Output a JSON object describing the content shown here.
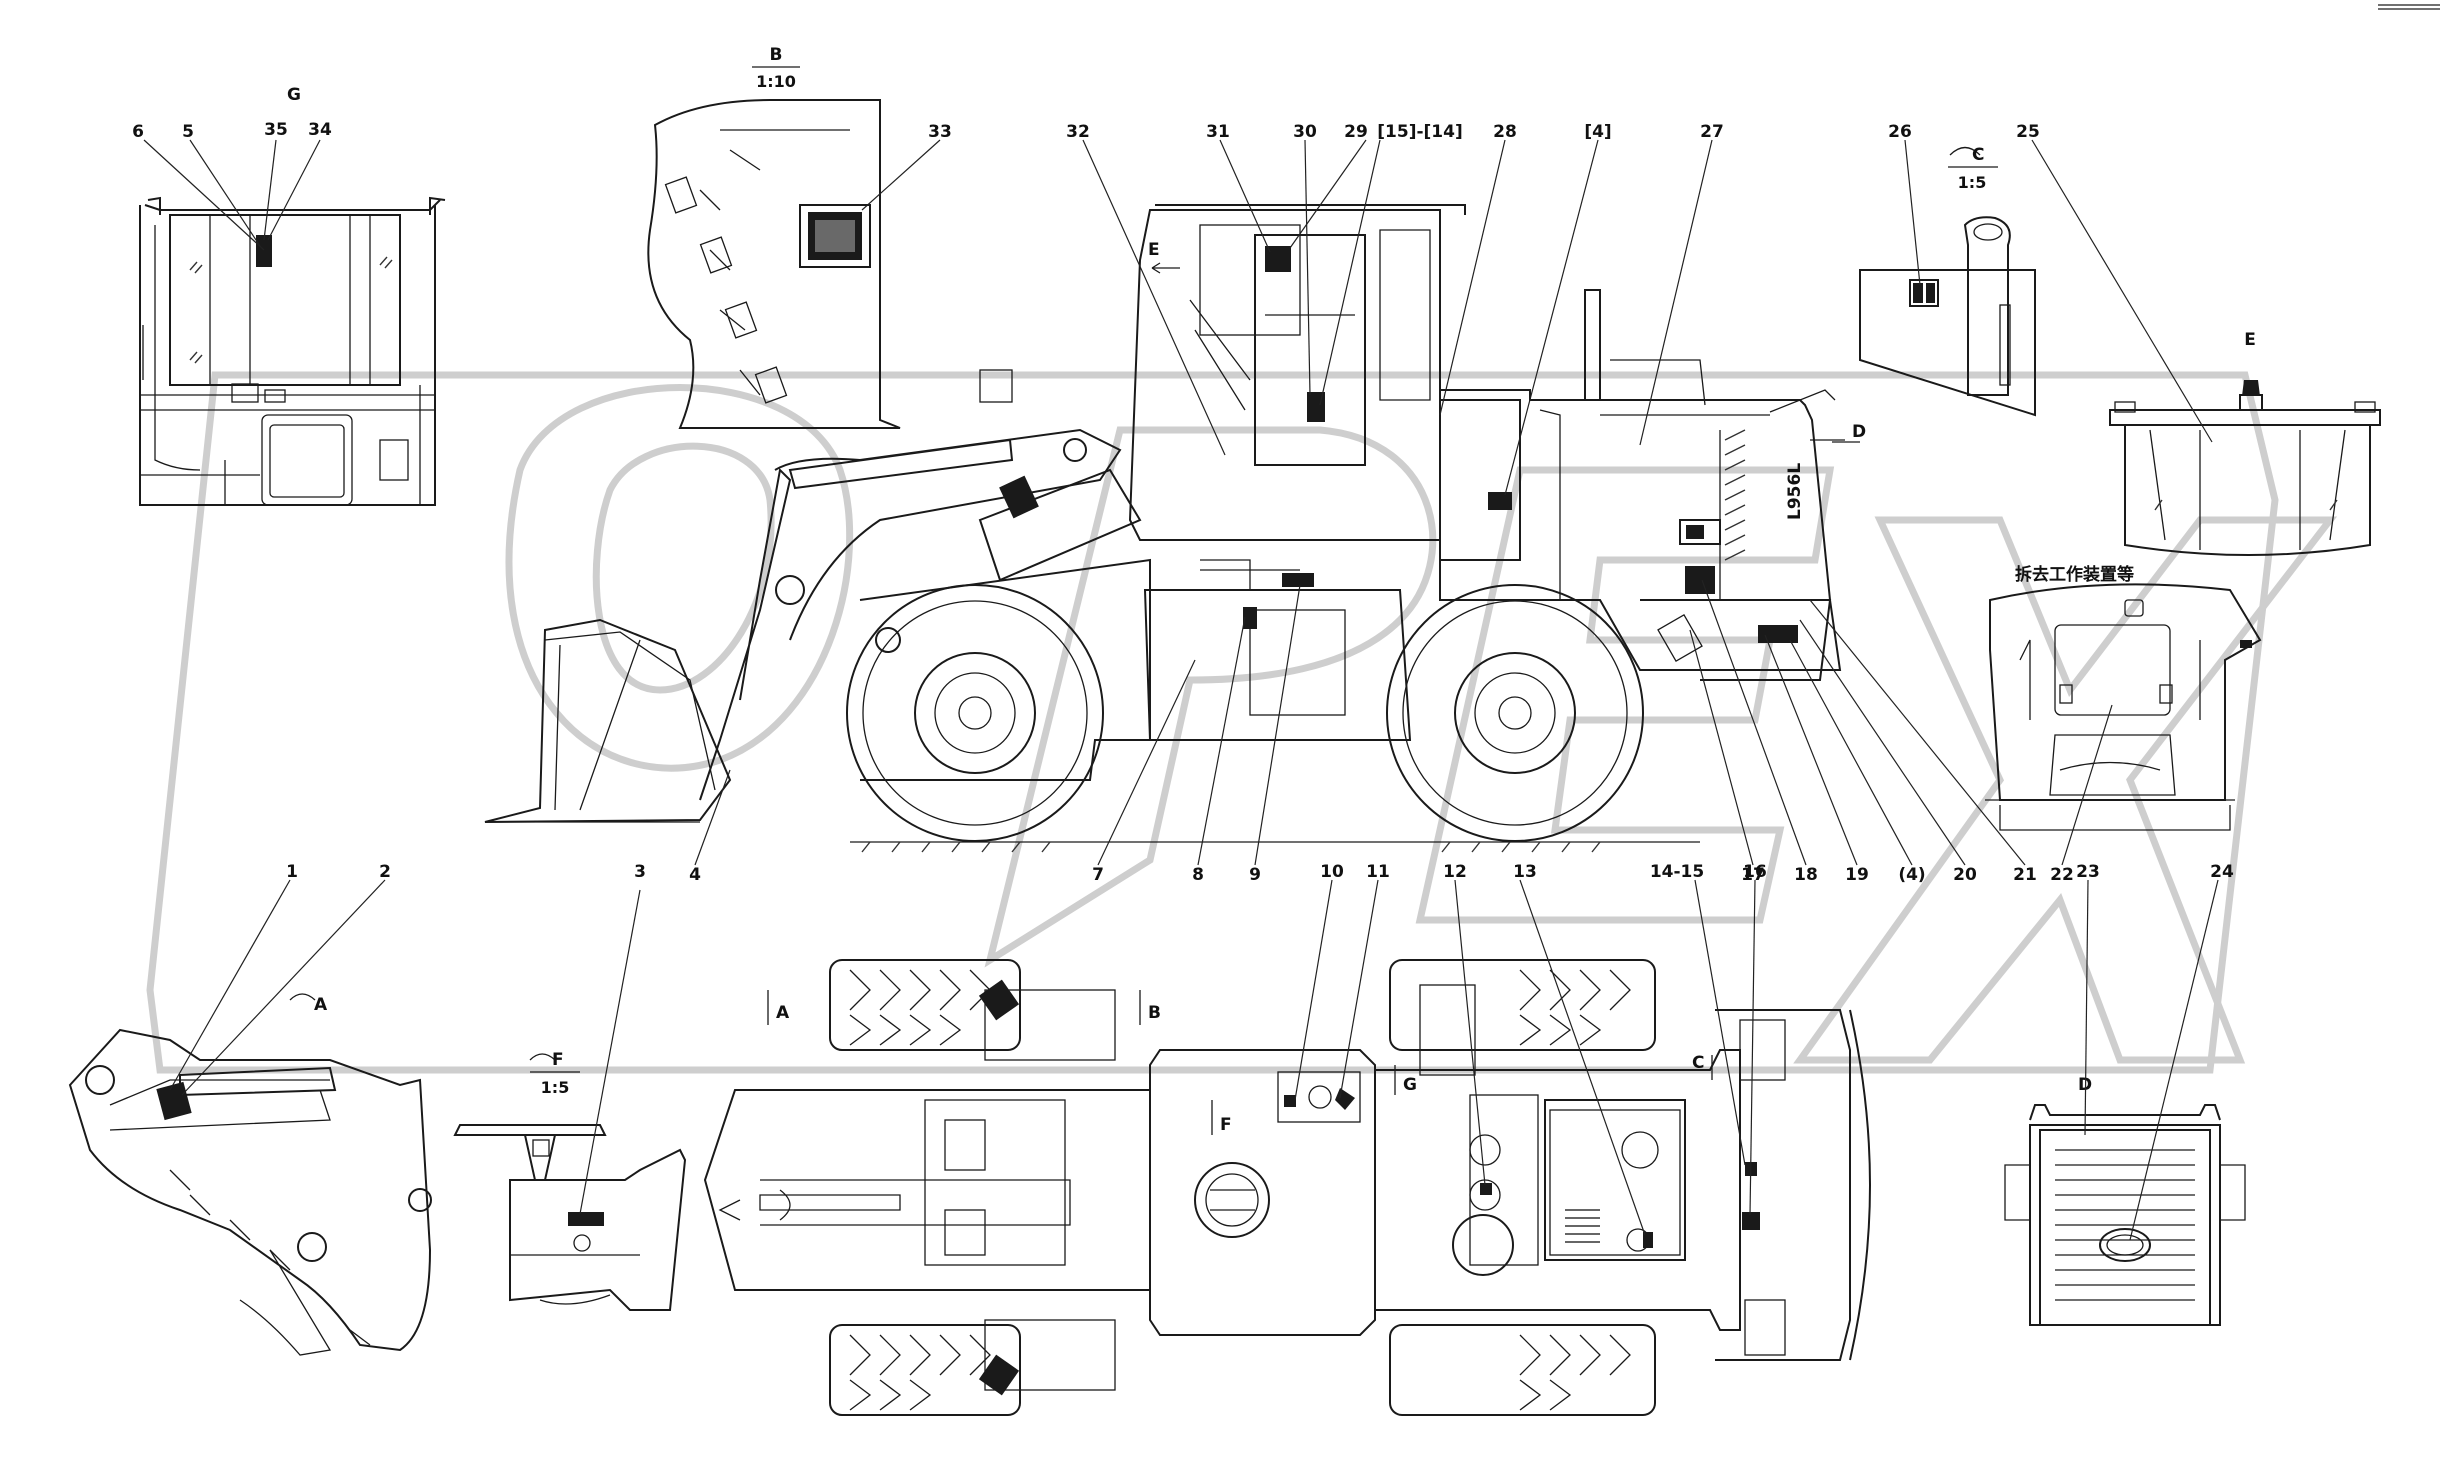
{
  "title": "",
  "callouts": {
    "c1": "1",
    "c2": "2",
    "c3": "3",
    "c4": "4",
    "c5": "5",
    "c6": "6",
    "c7": "7",
    "c8": "8",
    "c9": "9",
    "c10": "10",
    "c11": "11",
    "c12": "12",
    "c13": "13",
    "c14_15": "14-15",
    "c16": "16",
    "c17": "17",
    "c18": "18",
    "c19": "19",
    "c4b": "(4)",
    "c20": "20",
    "c21": "21",
    "c22": "22",
    "c23": "23",
    "c24": "24",
    "c25": "25",
    "c26": "26",
    "c27": "27",
    "c4a": "[4]",
    "c28": "28",
    "c15_14": "[15]-[14]",
    "c29": "29",
    "c30": "30",
    "c31": "31",
    "c32": "32",
    "c33": "33",
    "c34": "34",
    "c35": "35"
  },
  "views": {
    "g": "G",
    "b": "B",
    "b_scale": "1:10",
    "c": "C",
    "c_scale": "1:5",
    "e": "E",
    "a": "A",
    "f": "F",
    "f_scale": "1:5",
    "d": "D",
    "d_arrow": "D",
    "e_arrow": "E",
    "a_arrow": "A",
    "b_arrow": "B",
    "f_arrow": "F",
    "g_arrow": "G",
    "c_arrow": "C"
  },
  "notes": {
    "remove_work_device": "拆去工作装置等",
    "model_plate": "L956L"
  },
  "watermark": "OPEX"
}
